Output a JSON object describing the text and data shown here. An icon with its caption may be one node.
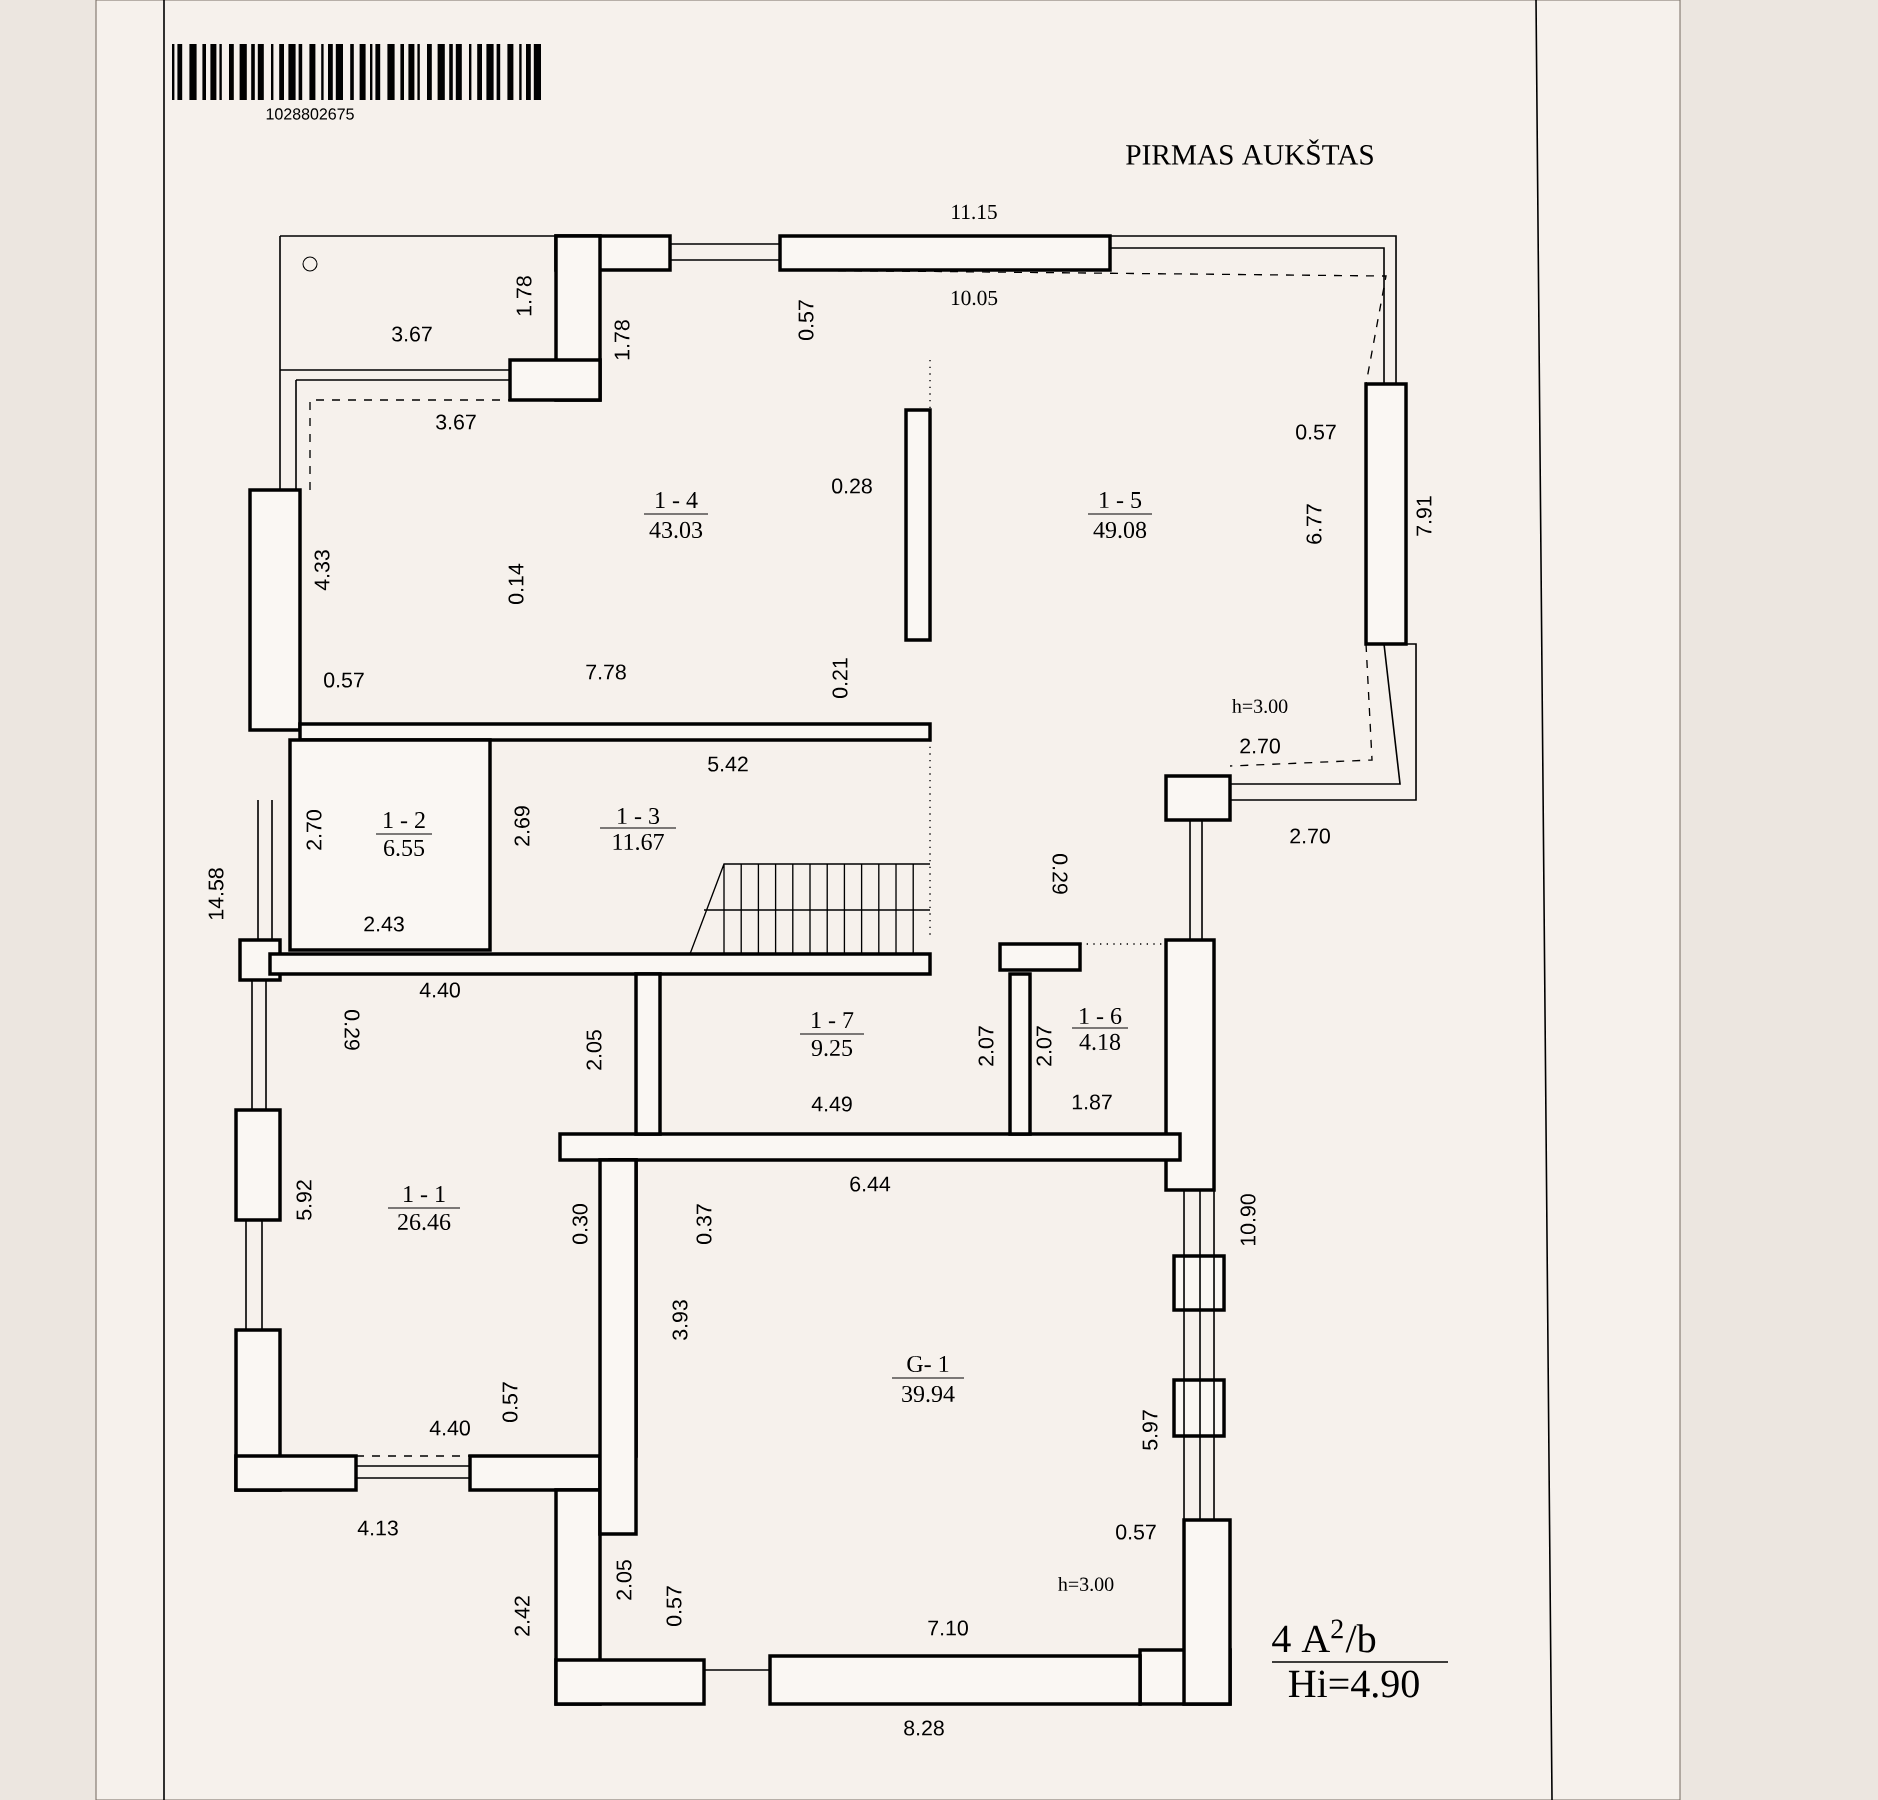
{
  "diagram": {
    "title": "PIRMAS AUKŠTAS",
    "labels": [
      "1028802675",
      "11.15",
      "1.78",
      "1.78",
      "0.57",
      "10.05",
      "3.67",
      "3.67",
      "0.57",
      "6.77",
      "7.91",
      "1 - 4",
      "43.03",
      "0.28",
      "1 - 5",
      "49.08",
      "4.33",
      "0.14",
      "7.78",
      "0.21",
      "0.57",
      "h=3.00",
      "2.70",
      "5.42",
      "2.70",
      "1 - 2",
      "6.55",
      "2.70",
      "2.69",
      "1 - 3",
      "11.67",
      "14.58",
      "0.29",
      "2.43",
      "4.40",
      "0.29",
      "1 - 7",
      "9.25",
      "2.05",
      "2.07",
      "2.07",
      "1 - 6",
      "4.18",
      "4.49",
      "1.87",
      "6.44",
      "1 - 1",
      "26.46",
      "5.92",
      "0.30",
      "0.37",
      "10.90",
      "3.93",
      "G- 1",
      "39.94",
      "5.97",
      "4.40",
      "0.57",
      "4.13",
      "0.57",
      "2.42",
      "2.05",
      "0.57",
      "h=3.00",
      "7.10",
      "4 A$^{2}$/b",
      "Hi=4.90",
      "8.28"
    ]
  }
}
